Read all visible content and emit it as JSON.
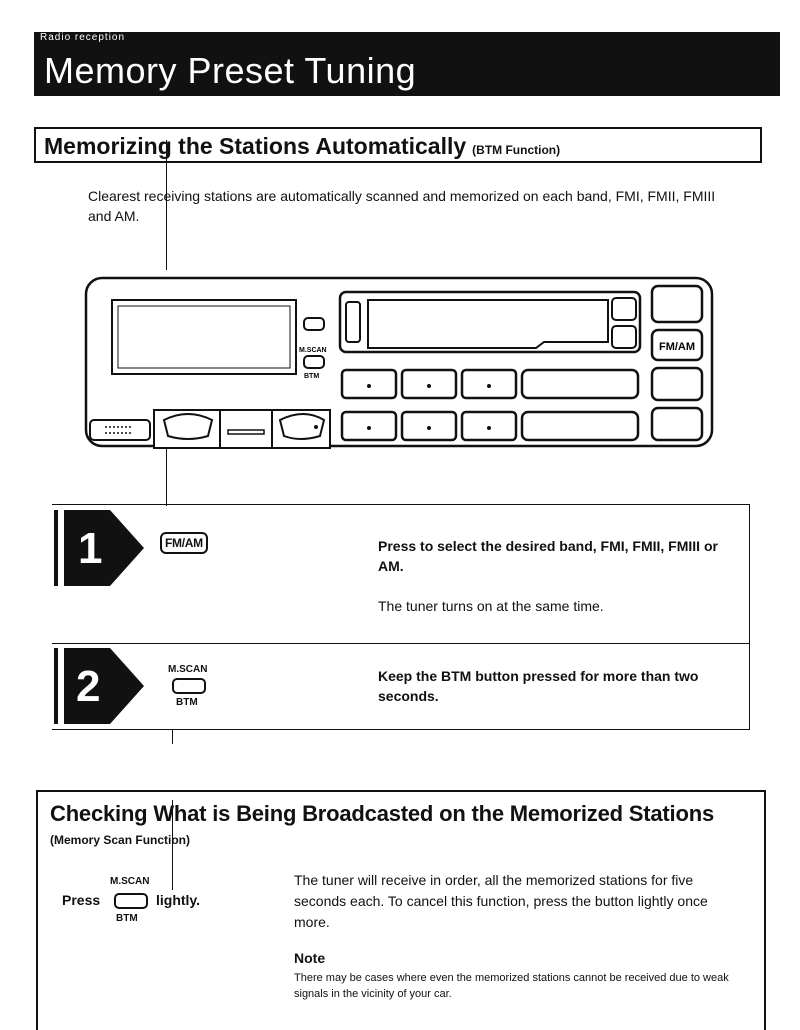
{
  "header": {
    "kicker": "Radio reception",
    "title": "Memory Preset Tuning"
  },
  "section_auto": {
    "title": "Memorizing the Stations Automatically",
    "title_suffix": "(BTM Function)",
    "intro": "Clearest receiving stations are automatically scanned and memorized on each band, FMI, FMII, FMIII and AM."
  },
  "radio_labels": {
    "mscan": "M.SCAN",
    "btm": "BTM",
    "fmam": "FM/AM"
  },
  "steps": [
    {
      "number": "1",
      "button_label": "FM/AM",
      "instruction": "Press to select the desired band, FMI, FMII, FMIII or AM.",
      "note": "The tuner turns on at the same time."
    },
    {
      "number": "2",
      "button_top_label": "M.SCAN",
      "button_bottom_label": "BTM",
      "instruction": "Keep the BTM button pressed for more than two seconds."
    }
  ],
  "section_scan": {
    "title": "Checking What is Being Broadcasted on the Memorized Stations",
    "subtitle": "(Memory Scan Function)",
    "press_word": "Press",
    "lightly_word": "lightly.",
    "button_top_label": "M.SCAN",
    "button_bottom_label": "BTM",
    "body": "The tuner will receive in order, all the memorized stations for five seconds each. To cancel this function, press the button lightly once more.",
    "note_heading": "Note",
    "note_body": "There may be cases where even the memorized stations cannot be received due to weak signals in the vicinity of your car."
  },
  "colors": {
    "ink": "#111111",
    "paper": "#ffffff"
  }
}
